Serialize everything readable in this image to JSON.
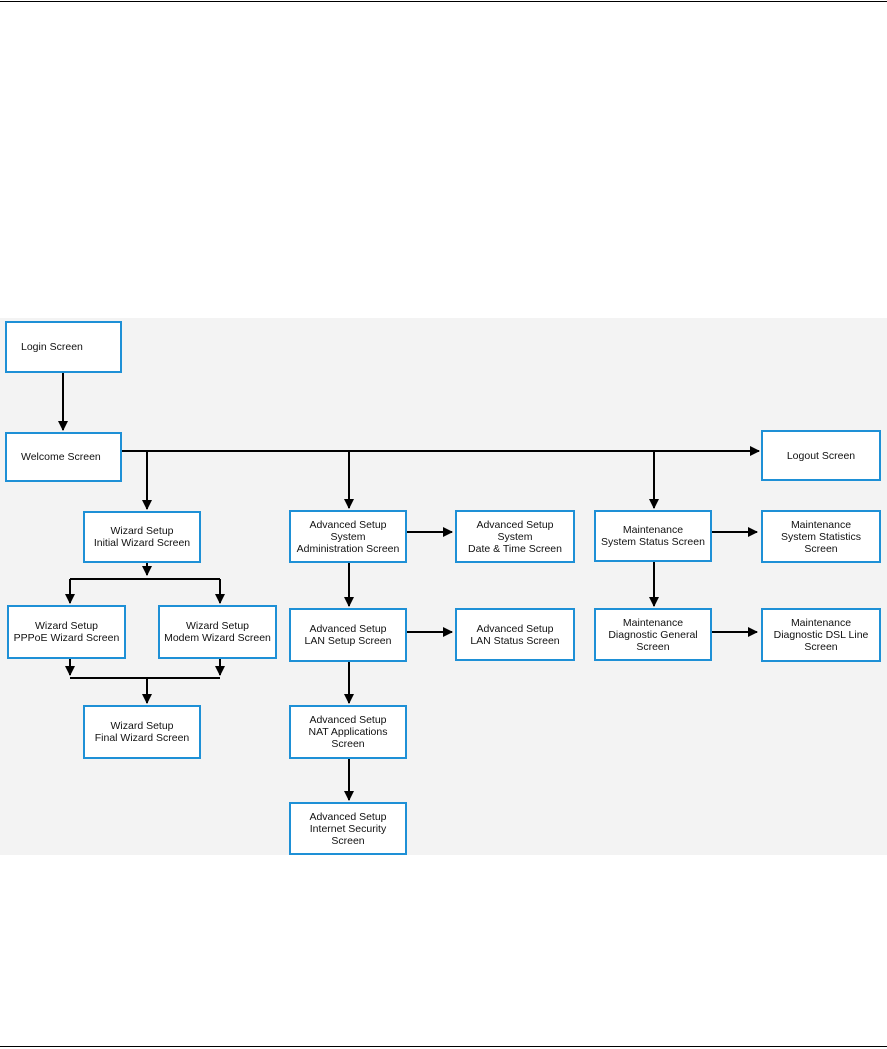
{
  "colors": {
    "box_border": "#1e90d6",
    "arrow": "#000000",
    "background": "#f3f3f3"
  },
  "nodes": {
    "login": "Login Screen",
    "welcome": "Welcome Screen",
    "logout": "Logout Screen",
    "wizard_initial": "Wizard Setup\nInitial Wizard Screen",
    "wizard_pppoe": "Wizard Setup\nPPPoE Wizard Screen",
    "wizard_modem": "Wizard Setup\nModem Wizard Screen",
    "wizard_final": "Wizard Setup\nFinal Wizard Screen",
    "adv_sysadmin": "Advanced Setup\nSystem\nAdministration Screen",
    "adv_datetime": "Advanced Setup\nSystem\nDate & Time Screen",
    "adv_lan_setup": "Advanced Setup\nLAN Setup Screen",
    "adv_lan_status": "Advanced Setup\nLAN Status Screen",
    "adv_nat": "Advanced Setup\nNAT Applications\nScreen",
    "adv_security": "Advanced Setup\nInternet Security\nScreen",
    "maint_status": "Maintenance\nSystem Status Screen",
    "maint_statistics": "Maintenance\nSystem Statistics\nScreen",
    "maint_diag_general": "Maintenance\nDiagnostic General\nScreen",
    "maint_diag_dsl": "Maintenance\nDiagnostic DSL Line\nScreen"
  }
}
